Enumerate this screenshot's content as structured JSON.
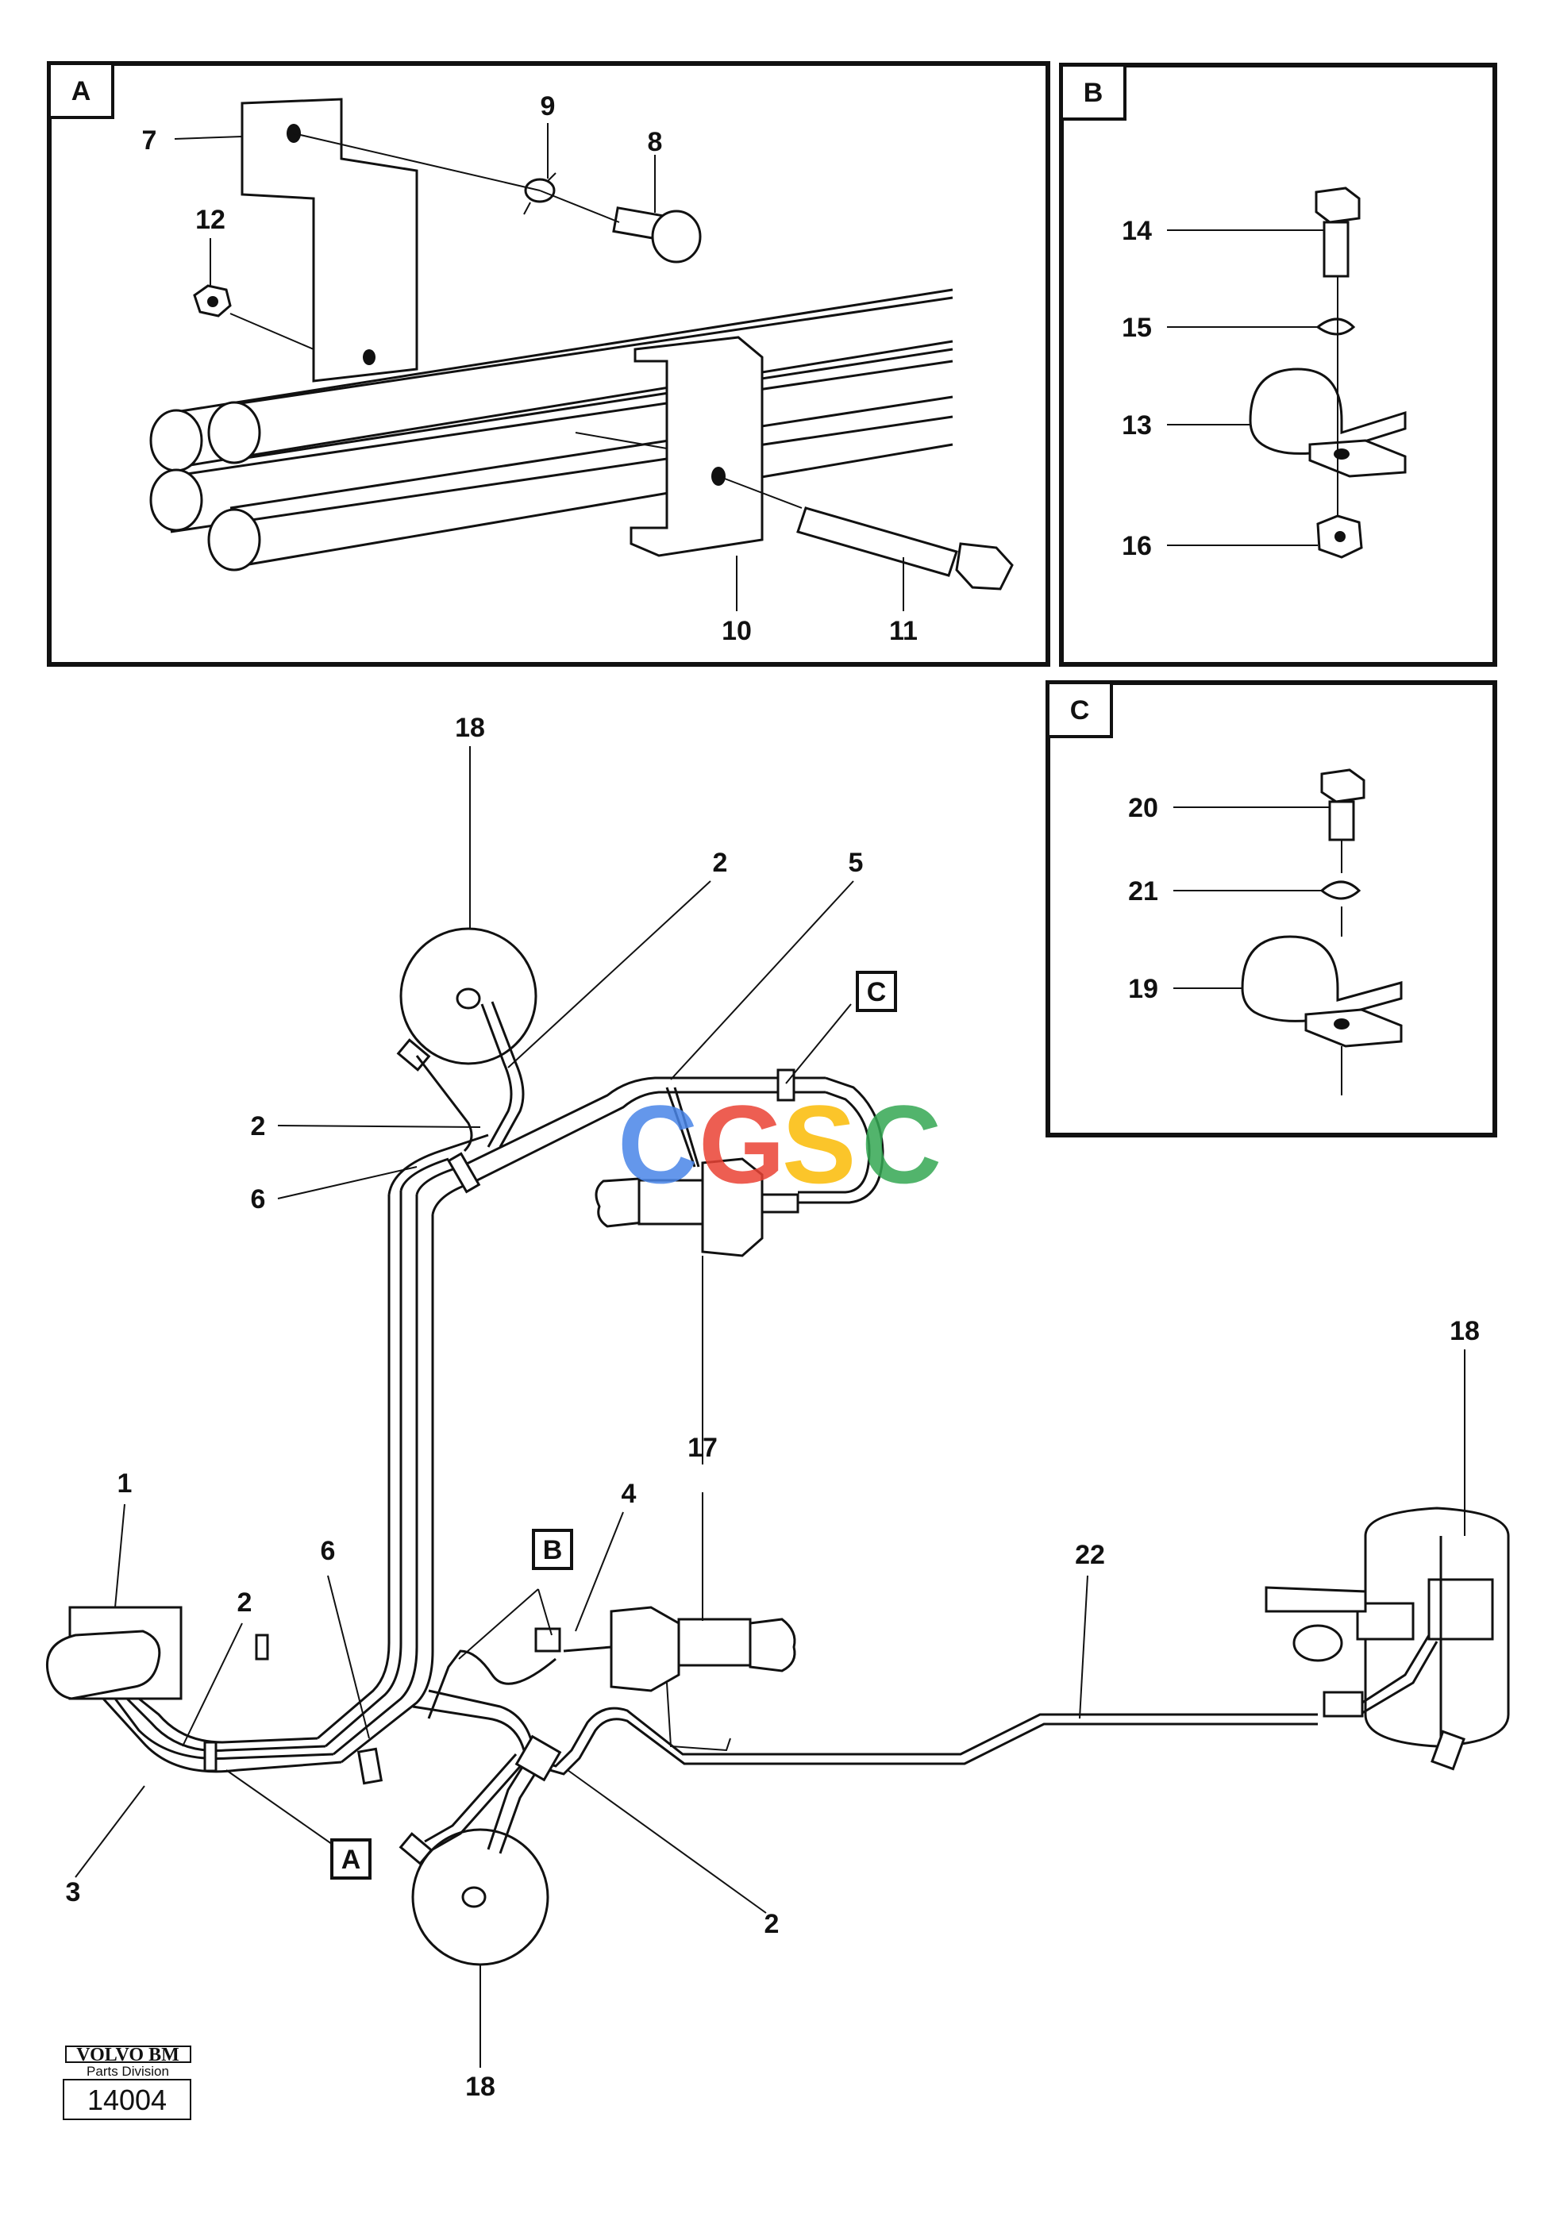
{
  "panels": {
    "a": {
      "tag": "A",
      "callouts": [
        "7",
        "9",
        "8",
        "12",
        "10",
        "11"
      ]
    },
    "b": {
      "tag": "B",
      "callouts": [
        "14",
        "15",
        "13",
        "16"
      ]
    },
    "c": {
      "tag": "C",
      "callouts": [
        "20",
        "21",
        "19"
      ]
    }
  },
  "main": {
    "callouts": {
      "c18_top": "18",
      "c2_top": "2",
      "c5": "5",
      "c2_left": "2",
      "c6_upper": "6",
      "c18_right": "18",
      "c17": "17",
      "c1": "1",
      "c4": "4",
      "c6_lower": "6",
      "c2_mid": "2",
      "c22": "22",
      "c3": "3",
      "c2_bottom": "2",
      "c18_bottom": "18"
    },
    "refs": {
      "c": "C",
      "b": "B",
      "a": "A"
    }
  },
  "watermark": {
    "letters": [
      "C",
      "G",
      "S",
      "C"
    ],
    "colors": [
      "#4a86e8",
      "#ea4335",
      "#fbbc05",
      "#34a853"
    ]
  },
  "branding": {
    "brand": "VOLVO BM",
    "division": "Parts Division",
    "figure_number": "14004"
  }
}
